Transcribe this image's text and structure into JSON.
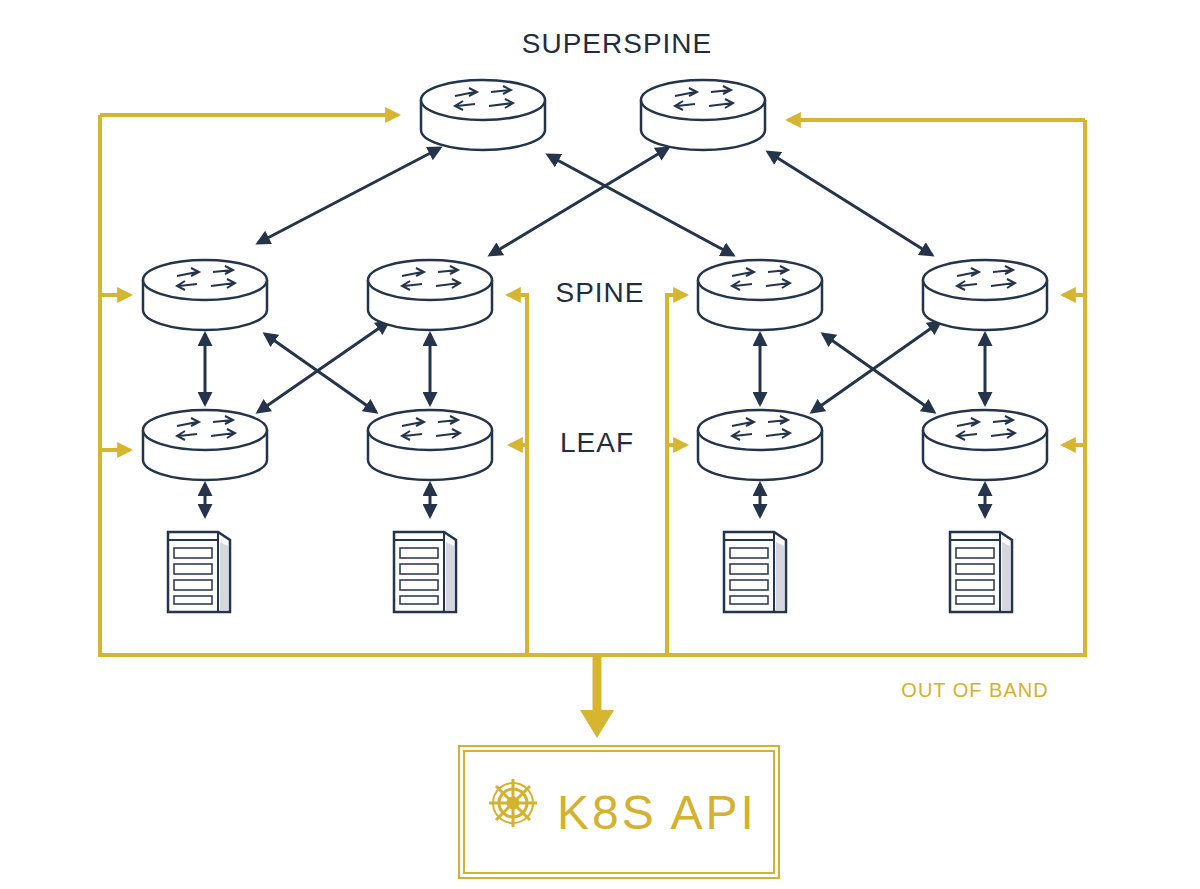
{
  "diagram": {
    "nodes": [
      {
        "text": [
          "K8S API"
        ]
      }
    ],
    "labels": [
      "SUPERSPINE",
      "SPINE",
      "LEAF",
      "OUT OF BAND"
    ]
  }
}
